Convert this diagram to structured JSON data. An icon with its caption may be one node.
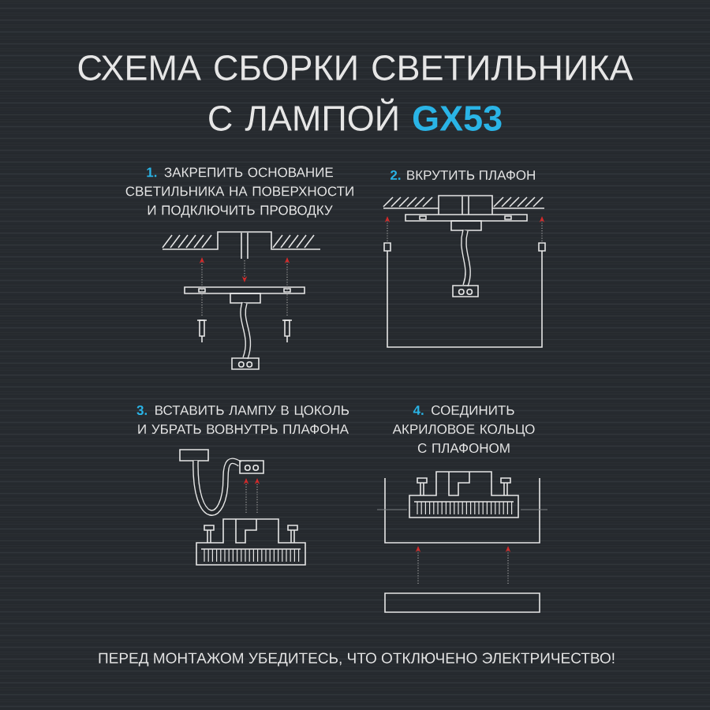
{
  "diagram": {
    "title": "СХЕМА СБОРКИ СВЕТИЛЬНИКА С ЛАМПОЙ **GX53**",
    "labels": [
      "**1.** ЗАКРЕПИТЬ ОСНОВАНИЕ СВЕТИЛЬНИКА НА ПОВЕРХНОСТИ И ПОДКЛЮЧИТЬ ПРОВОДКУ",
      "**2.** ВКРУТИТЬ ПЛАФОН",
      "**3.** ВСТАВИТЬ ЛАМПУ В ЦОКОЛЬ И УБРАТЬ ВОВНУТРЬ ПЛАФОНА",
      "**4.** СОЕДИНИТЬ АКРИЛОВОЕ КОЛЬЦО С ПЛАФОНОМ",
      "ПЕРЕД МОНТАЖОМ УБЕДИТЕСЬ, ЧТО ОТКЛЮЧЕНО ЭЛЕКТРИЧЕСТВО!"
    ]
  }
}
